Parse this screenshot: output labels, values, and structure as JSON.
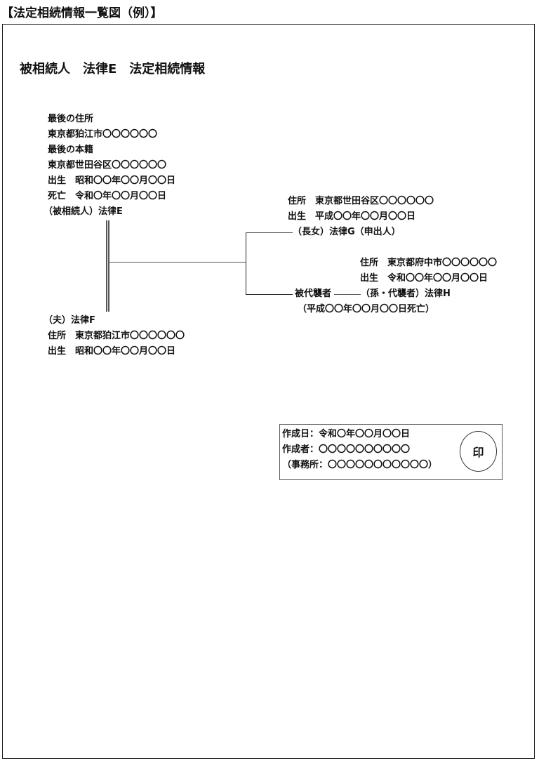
{
  "document": {
    "title": "【法定相続情報一覧図（例）】"
  },
  "heading": {
    "part1": "被相続人",
    "part2": "法律E",
    "part3": "法定相続情報"
  },
  "decedent": {
    "last_address_label": "最後の住所",
    "last_address": "東京都狛江市〇〇〇〇〇〇",
    "last_domicile_label": "最後の本籍",
    "last_domicile": "東京都世田谷区〇〇〇〇〇〇",
    "birth": "出生　昭和〇〇年〇〇月〇〇日",
    "death": "死亡　令和〇年〇〇月〇〇日",
    "name": "（被相続人）法律E"
  },
  "spouse": {
    "name": "（夫）法律F",
    "address": "住所　東京都狛江市〇〇〇〇〇〇",
    "birth": "出生　昭和〇〇年〇〇月〇〇日"
  },
  "daughter": {
    "address": "住所　東京都世田谷区〇〇〇〇〇〇",
    "birth": "出生　平成〇〇年〇〇月〇〇日",
    "name": "（長女）法律G（申出人）"
  },
  "predeceased_child": {
    "label": "被代襲者",
    "death": "（平成〇〇年〇〇月〇〇日死亡）"
  },
  "grandchild": {
    "address": "住所　東京都府中市〇〇〇〇〇〇",
    "birth": "出生　令和〇〇年〇〇月〇〇日",
    "name": "（孫・代襲者）法律H"
  },
  "certification": {
    "date": "作成日：令和〇年〇〇月〇〇日",
    "creator": "作成者：〇〇〇〇〇〇〇〇〇〇",
    "office": "（事務所：〇〇〇〇〇〇〇〇〇〇〇）",
    "seal": "印"
  }
}
